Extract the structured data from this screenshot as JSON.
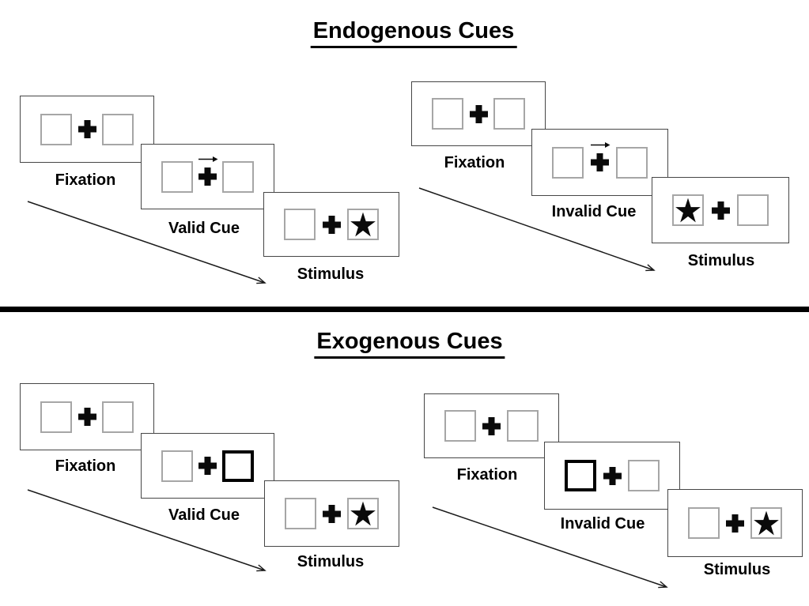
{
  "sections": [
    {
      "title": "Endogenous Cues",
      "panels": [
        {
          "name": "endogenous-valid-trial",
          "cards": [
            {
              "label": "Fixation",
              "left_box": "plain",
              "right_box": "plain",
              "cue": "none"
            },
            {
              "label": "Valid Cue",
              "left_box": "plain",
              "right_box": "plain",
              "cue": "arrow-right"
            },
            {
              "label": "Stimulus",
              "left_box": "plain",
              "right_box": "star",
              "cue": "none"
            }
          ]
        },
        {
          "name": "endogenous-invalid-trial",
          "cards": [
            {
              "label": "Fixation",
              "left_box": "plain",
              "right_box": "plain",
              "cue": "none"
            },
            {
              "label": "Invalid Cue",
              "left_box": "plain",
              "right_box": "plain",
              "cue": "arrow-right"
            },
            {
              "label": "Stimulus",
              "left_box": "star",
              "right_box": "plain",
              "cue": "none"
            }
          ]
        }
      ]
    },
    {
      "title": "Exogenous Cues",
      "panels": [
        {
          "name": "exogenous-valid-trial",
          "cards": [
            {
              "label": "Fixation",
              "left_box": "plain",
              "right_box": "plain",
              "cue": "none"
            },
            {
              "label": "Valid Cue",
              "left_box": "plain",
              "right_box": "highlight",
              "cue": "none"
            },
            {
              "label": "Stimulus",
              "left_box": "plain",
              "right_box": "star",
              "cue": "none"
            }
          ]
        },
        {
          "name": "exogenous-invalid-trial",
          "cards": [
            {
              "label": "Fixation",
              "left_box": "plain",
              "right_box": "plain",
              "cue": "none"
            },
            {
              "label": "Invalid Cue",
              "left_box": "highlight",
              "right_box": "plain",
              "cue": "none"
            },
            {
              "label": "Stimulus",
              "left_box": "plain",
              "right_box": "star",
              "cue": "none"
            }
          ]
        }
      ]
    }
  ],
  "icons": {
    "star": "black-star",
    "plus": "fixation-cross",
    "cue_arrow": "right-arrow",
    "time_arrow": "diagonal-timeline-arrow"
  },
  "colors": {
    "ink": "#000000",
    "card_border": "#464646",
    "box_border": "#a6a6a6",
    "background": "#ffffff"
  }
}
